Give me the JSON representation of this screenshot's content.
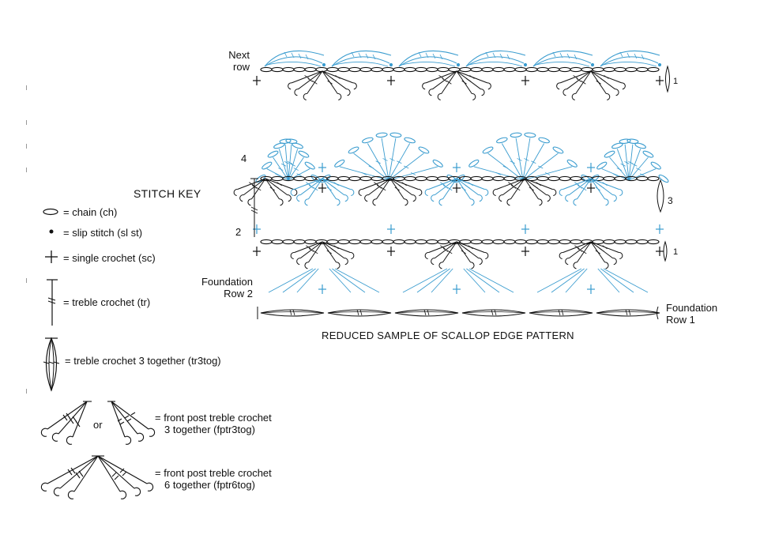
{
  "stitch_key": {
    "title": "STITCH KEY",
    "items": [
      {
        "icon": "chain-icon",
        "text": "= chain (ch)"
      },
      {
        "icon": "slip-stitch-icon",
        "text": "= slip stitch (sl st)"
      },
      {
        "icon": "single-crochet-icon",
        "text": "= single crochet (sc)"
      },
      {
        "icon": "treble-crochet-icon",
        "text": "= treble crochet (tr)"
      },
      {
        "icon": "treble-crochet-3-together-icon",
        "text": "= treble crochet 3 together (tr3tog)"
      },
      {
        "icon": "front-post-treble-3-together-icon",
        "text_line1": "= front post treble crochet",
        "text_line2": "3 together (fptr3tog)",
        "or_text": "or"
      },
      {
        "icon": "front-post-treble-6-together-icon",
        "text_line1": "= front post treble crochet",
        "text_line2": "6 together (fptr6tog)"
      }
    ]
  },
  "chart": {
    "caption": "REDUCED SAMPLE OF SCALLOP EDGE PATTERN",
    "row_labels": {
      "next_row_line1": "Next",
      "next_row_line2": "row",
      "row_1_top": "1",
      "row_4": "4",
      "row_3": "3",
      "row_2": "2",
      "row_1": "1",
      "foundation_row_2_line1": "Foundation",
      "foundation_row_2_line2": "Row 2",
      "foundation_row_1_line1": "Foundation",
      "foundation_row_1_line2": "Row 1"
    },
    "colors": {
      "blue": "#3a9ccf",
      "black": "#111111"
    }
  }
}
